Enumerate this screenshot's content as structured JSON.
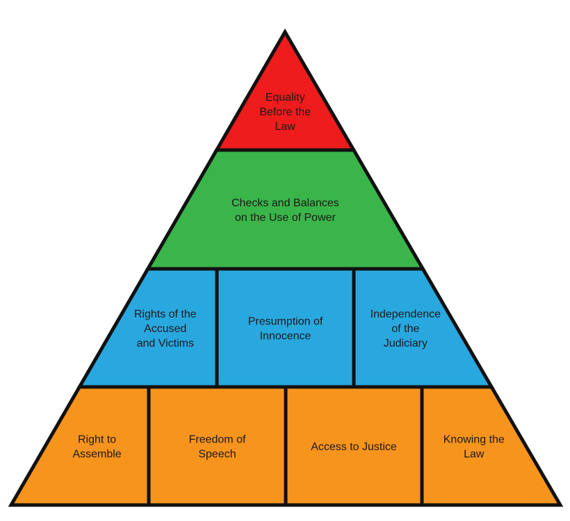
{
  "pyramid": {
    "colors": {
      "top": "#ee1c1c",
      "second": "#3ab54a",
      "third": "#29a8e0",
      "base": "#f7941d",
      "outline": "#111111"
    },
    "levels": {
      "top": {
        "cells": [
          {
            "lines": [
              "Equality",
              "Before the",
              "Law"
            ]
          }
        ]
      },
      "second": {
        "cells": [
          {
            "lines": [
              "Checks and Balances",
              "on the Use of Power"
            ]
          }
        ]
      },
      "third": {
        "cells": [
          {
            "lines": [
              "Rights of the",
              "Accused",
              "and Victims"
            ]
          },
          {
            "lines": [
              "Presumption of",
              "Innocence"
            ]
          },
          {
            "lines": [
              "Independence",
              "of the",
              "Judiciary"
            ]
          }
        ]
      },
      "base": {
        "cells": [
          {
            "lines": [
              "Right to",
              "Assemble"
            ]
          },
          {
            "lines": [
              "Freedom of",
              "Speech"
            ]
          },
          {
            "lines": [
              "Access to Justice"
            ]
          },
          {
            "lines": [
              "Knowing the",
              "Law"
            ]
          }
        ]
      }
    }
  }
}
